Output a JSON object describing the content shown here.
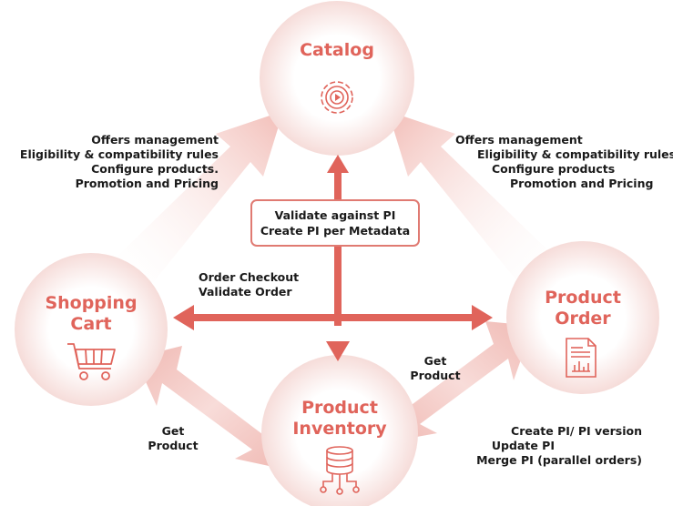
{
  "nodes": {
    "catalog": {
      "title": "Catalog",
      "icon": "gear-play-icon"
    },
    "shopping_cart": {
      "title_lines": [
        "Shopping",
        "Cart"
      ],
      "icon": "shopping-cart-icon"
    },
    "product_order": {
      "title_lines": [
        "Product",
        "Order"
      ],
      "icon": "document-chart-icon"
    },
    "product_inventory": {
      "title_lines": [
        "Product",
        "Inventory"
      ],
      "icon": "database-network-icon"
    }
  },
  "labels": {
    "cart_to_catalog": [
      "Offers management",
      "Eligibility & compatibility rules",
      "Configure products.",
      "Promotion and Pricing"
    ],
    "order_to_catalog": [
      "Offers management",
      "Eligibility & compatibility rules",
      "Configure products",
      "Promotion and Pricing"
    ],
    "center_box": [
      "Validate against PI",
      "Create PI per Metadata"
    ],
    "cart_to_order": [
      "Order Checkout",
      "Validate Order"
    ],
    "order_get_product": [
      "Get",
      "Product"
    ],
    "cart_get_product": [
      "Get",
      "Product"
    ],
    "inventory_to_order": [
      "Create PI/ PI version",
      "Update PI",
      "Merge PI (parallel orders)"
    ]
  },
  "colors": {
    "accent": "#e0645b",
    "arrow_solid": "#e0645b",
    "arrow_faded": "#f3c4bf",
    "node_fill": "#fbeeed"
  }
}
